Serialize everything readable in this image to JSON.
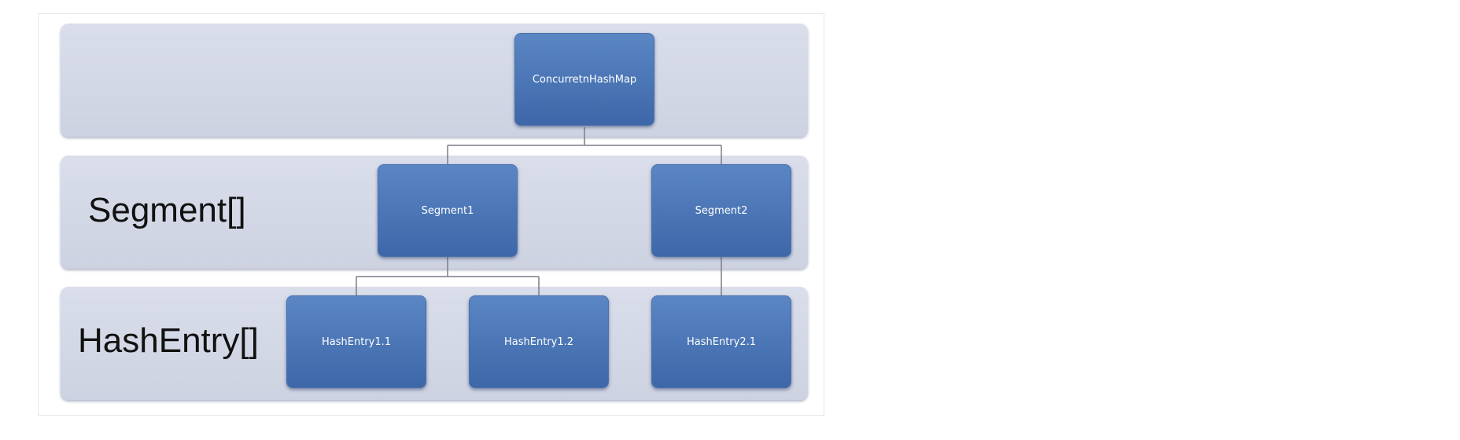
{
  "diagram": {
    "root": {
      "label": "ConcurretnHashMap"
    },
    "levels": [
      {
        "label": "Segment[]"
      },
      {
        "label": "HashEntry[]"
      }
    ],
    "segments": [
      {
        "label": "Segment1"
      },
      {
        "label": "Segment2"
      }
    ],
    "entries": [
      {
        "label": "HashEntry1.1",
        "parent": "Segment1"
      },
      {
        "label": "HashEntry1.2",
        "parent": "Segment1"
      },
      {
        "label": "HashEntry2.1",
        "parent": "Segment2"
      }
    ]
  }
}
